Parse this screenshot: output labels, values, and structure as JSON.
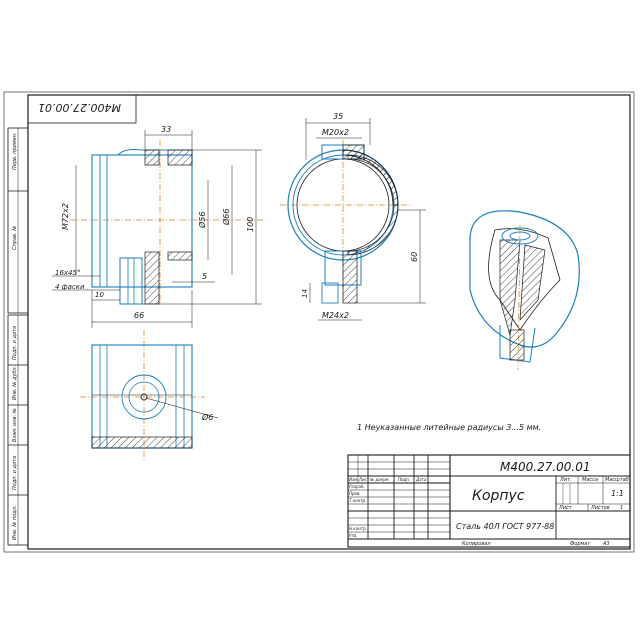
{
  "designation": "М400.27.00.01",
  "part_name": "Корпус",
  "material": "Сталь 40Л ГОСТ 977-88",
  "scale": "1:1",
  "sheet_label": "Лист",
  "sheets_label": "Листов",
  "sheets_count": "1",
  "format_label": "Формат",
  "format_value": "А3",
  "copied_label": "Копировал",
  "note": "1 Неуказанные литейные радиусы 3...5 мм.",
  "title_headers": {
    "lit": "Лит.",
    "mass": "Масса",
    "scale": "Масштаб"
  },
  "title_rows": [
    "Изм.",
    "Лист",
    "№ докум.",
    "Подп.",
    "Дата"
  ],
  "title_roles": [
    "Разраб.",
    "Пров.",
    "Т.контр.",
    "",
    "Н.контр.",
    "Утв."
  ],
  "side_stamps": [
    "Перв. примен.",
    "Справ. №",
    "Подп. и дата",
    "Инв. № дубл.",
    "Взам. инв. №",
    "Подп. и дата",
    "Инв. № подл."
  ],
  "dims": {
    "d33": "33",
    "d35": "35",
    "m20": "M20x2",
    "m72": "M72x2",
    "d56": "Ø56",
    "d66": "Ø66",
    "d100": "100",
    "d5": "5",
    "d16": "16x45°",
    "d4f": "4 фаски",
    "d10": "10",
    "d66b": "66",
    "d60": "60",
    "d14": "14",
    "m24": "M24x2",
    "d6": "Ø6"
  }
}
